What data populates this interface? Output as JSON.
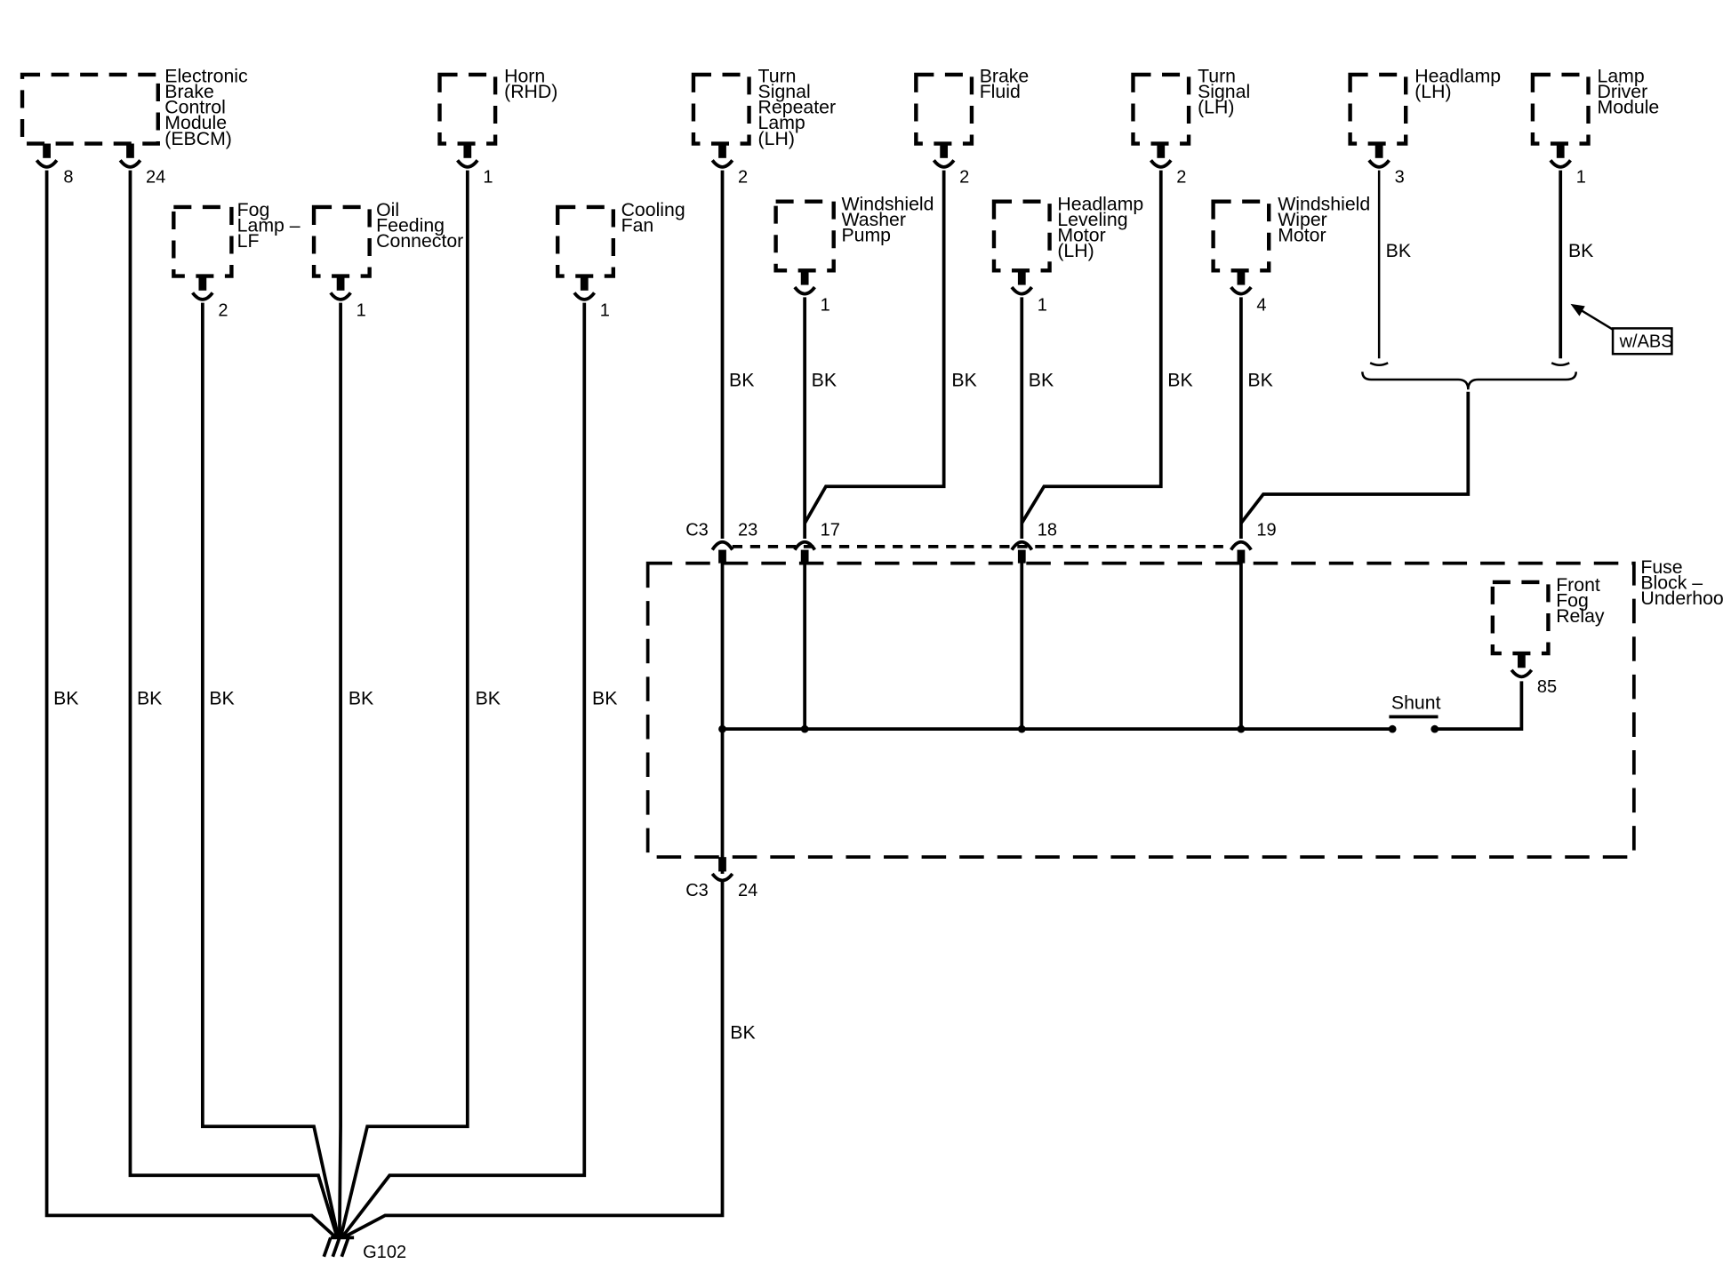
{
  "components": {
    "ebcm": {
      "lines": [
        "Electronic",
        "Brake",
        "Control",
        "Module",
        "(EBCM)"
      ],
      "pins": [
        "8",
        "24"
      ]
    },
    "fog_lamp_lf": {
      "lines": [
        "Fog",
        "Lamp –",
        "LF"
      ],
      "pin": "2"
    },
    "oil_feeding": {
      "lines": [
        "Oil",
        "Feeding",
        "Connector"
      ],
      "pin": "1"
    },
    "horn": {
      "lines": [
        "Horn",
        "(RHD)"
      ],
      "pin": "1"
    },
    "cooling_fan": {
      "lines": [
        "Cooling",
        "Fan"
      ],
      "pin": "1"
    },
    "turn_signal_repeater": {
      "lines": [
        "Turn",
        "Signal",
        "Repeater",
        "Lamp",
        "(LH)"
      ],
      "pin": "2"
    },
    "washer_pump": {
      "lines": [
        "Windshield",
        "Washer",
        "Pump"
      ],
      "pin": "1"
    },
    "brake_fluid": {
      "lines": [
        "Brake",
        "Fluid"
      ],
      "pin": "2"
    },
    "headlamp_leveling": {
      "lines": [
        "Headlamp",
        "Leveling",
        "Motor",
        "(LH)"
      ],
      "pin": "1"
    },
    "turn_signal_lh": {
      "lines": [
        "Turn",
        "Signal",
        "(LH)"
      ],
      "pin": "2"
    },
    "wiper_motor": {
      "lines": [
        "Windshield",
        "Wiper",
        "Motor"
      ],
      "pin": "4"
    },
    "headlamp_lh": {
      "lines": [
        "Headlamp",
        "(LH)"
      ],
      "pin": "3"
    },
    "lamp_driver": {
      "lines": [
        "Lamp",
        "Driver",
        "Module"
      ],
      "pin": "1"
    },
    "front_fog_relay": {
      "lines": [
        "Front",
        "Fog",
        "Relay"
      ],
      "pin": "85"
    }
  },
  "fuse_block": {
    "lines": [
      "Fuse",
      "Block –",
      "Underhood"
    ]
  },
  "connector_c3": {
    "name": "C3",
    "top_pins": [
      "23",
      "17",
      "18",
      "19"
    ],
    "bottom_pin": "24"
  },
  "wire_color": "BK",
  "shunt_label": "Shunt",
  "abs_note": "w/ABS",
  "ground": "G102"
}
